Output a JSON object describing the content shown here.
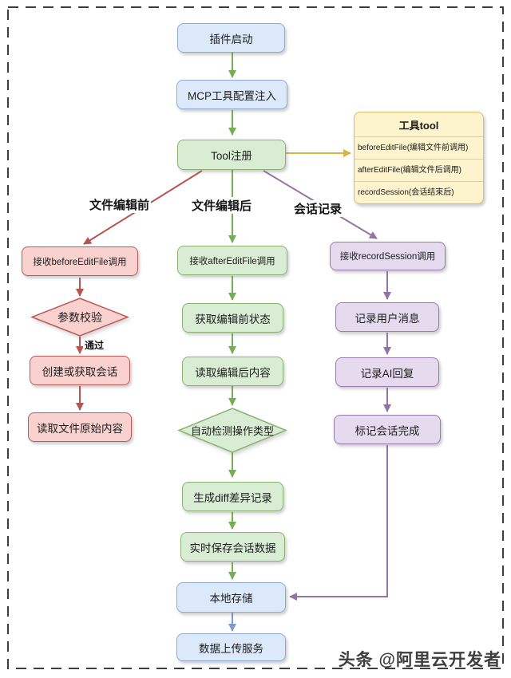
{
  "diagram": {
    "nodes": {
      "plugin_start": "插件启动",
      "mcp_inject": "MCP工具配置注入",
      "tool_register": "Tool注册",
      "recv_before": "接收beforeEditFile调用",
      "param_check": "参数校验",
      "create_session": "创建或获取会话",
      "read_original": "读取文件原始内容",
      "recv_after": "接收afterEditFile调用",
      "get_before_state": "获取编辑前状态",
      "read_after_content": "读取编辑后内容",
      "auto_detect": "自动检测操作类型",
      "gen_diff": "生成diff差异记录",
      "save_session": "实时保存会话数据",
      "local_store": "本地存储",
      "upload_service": "数据上传服务",
      "recv_record": "接收recordSession调用",
      "log_user_msg": "记录用户消息",
      "log_ai_reply": "记录AI回复",
      "mark_done": "标记会话完成"
    },
    "edge_labels": {
      "before_branch": "文件编辑前",
      "after_branch": "文件编辑后",
      "record_branch": "会话记录",
      "pass": "通过"
    },
    "tool_box": {
      "title": "工具tool",
      "rows": [
        "beforeEditFile(编辑文件前调用)",
        "afterEditFile(编辑文件后调用)",
        "recordSession(会话结束后)"
      ]
    },
    "watermark": "头条 @阿里云开发者",
    "colors": {
      "blue_fill": "#dbe9fb",
      "blue_stroke": "#8fa9d6",
      "green_fill": "#d9ecd4",
      "green_stroke": "#8ab371",
      "pink_fill": "#f9d2d0",
      "pink_stroke": "#bb5a55",
      "purple_fill": "#e6daee",
      "purple_stroke": "#9a79ae",
      "yellow_fill": "#fdf3cd",
      "yellow_stroke": "#d9bc68",
      "arrow_green": "#76ae54",
      "arrow_red": "#b85450",
      "arrow_purple": "#9673a6",
      "arrow_yellow": "#d8b445",
      "arrow_blue": "#7d9cc9",
      "dashed_border": "#3d3d3d"
    }
  }
}
